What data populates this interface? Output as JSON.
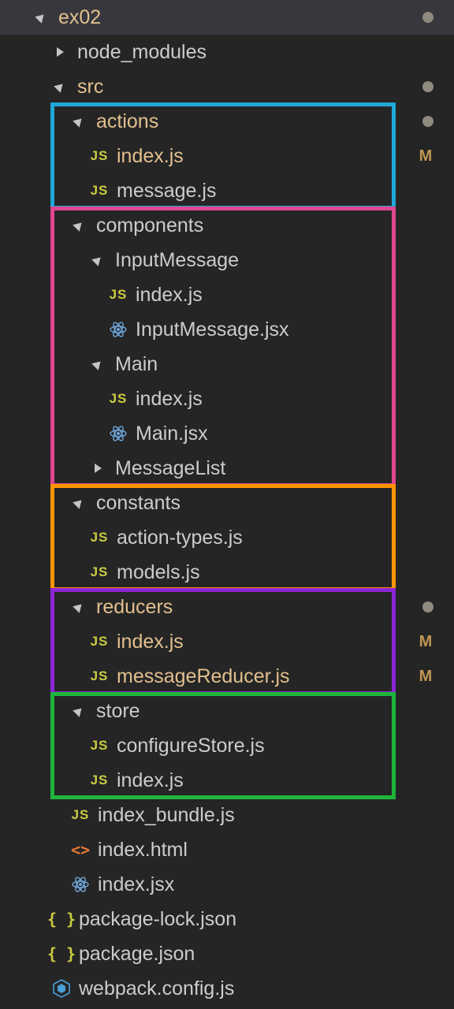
{
  "tree": [
    {
      "label": "ex02",
      "depth": 0,
      "kind": "folder",
      "expanded": true,
      "root": true,
      "modified": true,
      "decoration": "dot"
    },
    {
      "label": "node_modules",
      "depth": 1,
      "kind": "folder",
      "expanded": false
    },
    {
      "label": "src",
      "depth": 1,
      "kind": "folder",
      "expanded": true,
      "modified": true,
      "decoration": "dot"
    },
    {
      "label": "actions",
      "depth": 2,
      "kind": "folder",
      "expanded": true,
      "modified": true,
      "decoration": "dot"
    },
    {
      "label": "index.js",
      "depth": 3,
      "kind": "js",
      "icon_text": "JS",
      "modified": true,
      "decoration": "M"
    },
    {
      "label": "message.js",
      "depth": 3,
      "kind": "js",
      "icon_text": "JS"
    },
    {
      "label": "components",
      "depth": 2,
      "kind": "folder",
      "expanded": true
    },
    {
      "label": "InputMessage",
      "depth": 3,
      "kind": "folder",
      "expanded": true
    },
    {
      "label": "index.js",
      "depth": 4,
      "kind": "js",
      "icon_text": "JS"
    },
    {
      "label": "InputMessage.jsx",
      "depth": 4,
      "kind": "react"
    },
    {
      "label": "Main",
      "depth": 3,
      "kind": "folder",
      "expanded": true
    },
    {
      "label": "index.js",
      "depth": 4,
      "kind": "js",
      "icon_text": "JS"
    },
    {
      "label": "Main.jsx",
      "depth": 4,
      "kind": "react"
    },
    {
      "label": "MessageList",
      "depth": 3,
      "kind": "folder",
      "expanded": false
    },
    {
      "label": "constants",
      "depth": 2,
      "kind": "folder",
      "expanded": true
    },
    {
      "label": "action-types.js",
      "depth": 3,
      "kind": "js",
      "icon_text": "JS"
    },
    {
      "label": "models.js",
      "depth": 3,
      "kind": "js",
      "icon_text": "JS"
    },
    {
      "label": "reducers",
      "depth": 2,
      "kind": "folder",
      "expanded": true,
      "modified": true,
      "decoration": "dot"
    },
    {
      "label": "index.js",
      "depth": 3,
      "kind": "js",
      "icon_text": "JS",
      "modified": true,
      "decoration": "M"
    },
    {
      "label": "messageReducer.js",
      "depth": 3,
      "kind": "js",
      "icon_text": "JS",
      "modified": true,
      "decoration": "M"
    },
    {
      "label": "store",
      "depth": 2,
      "kind": "folder",
      "expanded": true
    },
    {
      "label": "configureStore.js",
      "depth": 3,
      "kind": "js",
      "icon_text": "JS"
    },
    {
      "label": "index.js",
      "depth": 3,
      "kind": "js",
      "icon_text": "JS"
    },
    {
      "label": "index_bundle.js",
      "depth": 2,
      "kind": "js",
      "icon_text": "JS"
    },
    {
      "label": "index.html",
      "depth": 2,
      "kind": "html",
      "icon_text": "<>"
    },
    {
      "label": "index.jsx",
      "depth": 2,
      "kind": "react"
    },
    {
      "label": "package-lock.json",
      "depth": 1,
      "kind": "json",
      "icon_text": "{ }"
    },
    {
      "label": "package.json",
      "depth": 1,
      "kind": "json",
      "icon_text": "{ }"
    },
    {
      "label": "webpack.config.js",
      "depth": 1,
      "kind": "webpack"
    }
  ],
  "highlight_boxes": [
    {
      "name": "actions-box",
      "first_row": 3,
      "last_row": 5,
      "color": "#1fa8d8"
    },
    {
      "name": "components-box",
      "first_row": 6,
      "last_row": 13,
      "color": "#e0468f"
    },
    {
      "name": "constants-box",
      "first_row": 14,
      "last_row": 16,
      "color": "#ff9500"
    },
    {
      "name": "reducers-box",
      "first_row": 17,
      "last_row": 19,
      "color": "#8b25d6"
    },
    {
      "name": "store-box",
      "first_row": 20,
      "last_row": 22,
      "color": "#1db53a"
    }
  ],
  "colors": {
    "background": "#252526",
    "root_row": "#37373d",
    "text": "#cccccc",
    "modified_text": "#e2c08d",
    "badge": "#c09553",
    "js_icon": "#cbcb41",
    "react_icon": "#6fa8dc",
    "html_icon": "#e37933",
    "webpack_icon": "#4a9fd8"
  }
}
